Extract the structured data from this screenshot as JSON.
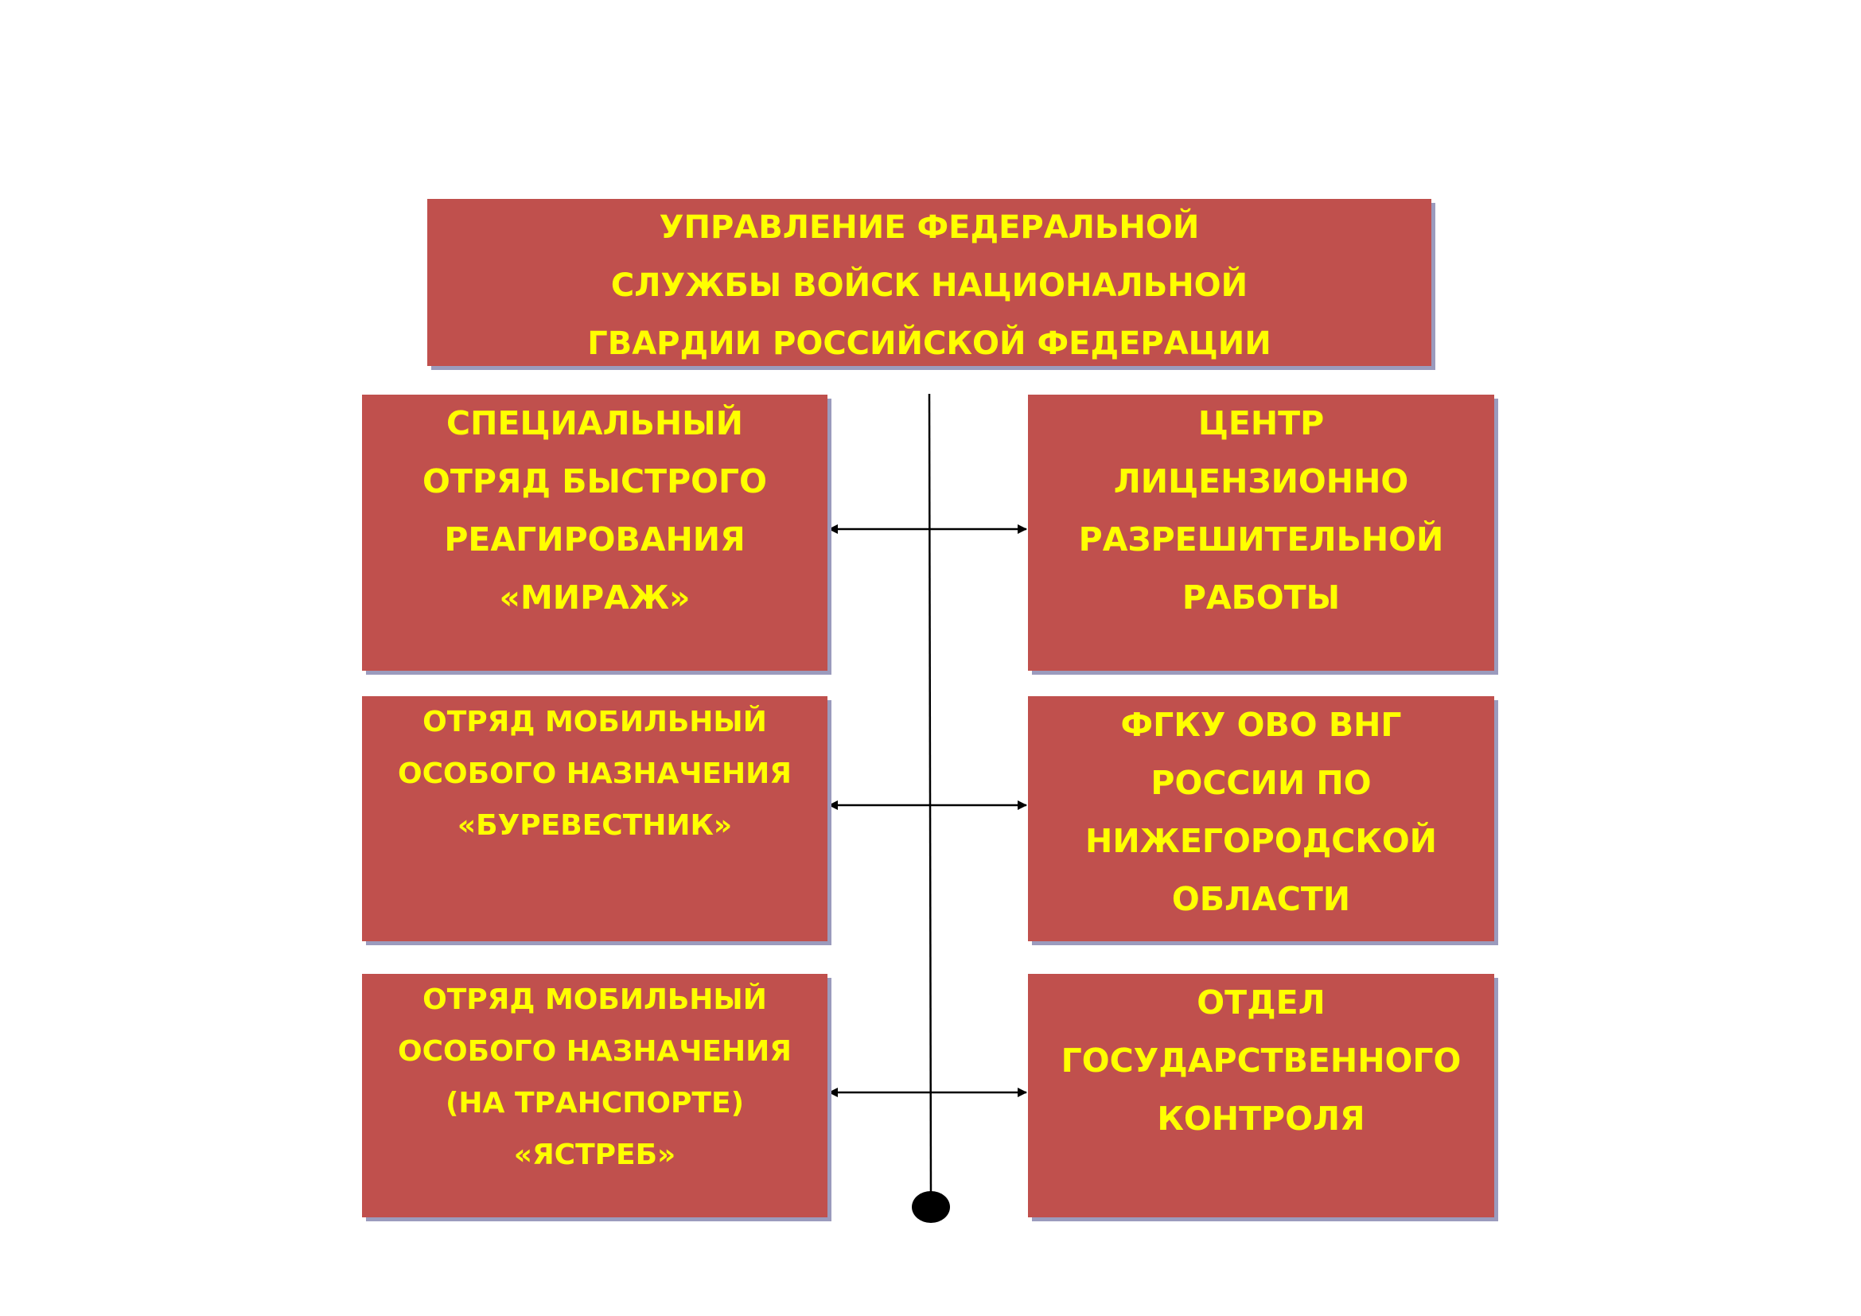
{
  "top": {
    "lines": [
      "УПРАВЛЕНИЕ ФЕДЕРАЛЬНОЙ",
      "СЛУЖБЫ ВОЙСК НАЦИОНАЛЬНОЙ",
      "ГВАРДИИ РОССИЙСКОЙ ФЕДЕРАЦИИ"
    ]
  },
  "left": [
    {
      "lines": [
        "СПЕЦИАЛЬНЫЙ",
        "ОТРЯД БЫСТРОГО",
        "РЕАГИРОВАНИЯ",
        "«МИРАЖ»"
      ]
    },
    {
      "lines": [
        "ОТРЯД МОБИЛЬНЫЙ",
        "ОСОБОГО НАЗНАЧЕНИЯ",
        "«БУРЕВЕСТНИК»"
      ]
    },
    {
      "lines": [
        "ОТРЯД МОБИЛЬНЫЙ",
        "ОСОБОГО НАЗНАЧЕНИЯ",
        "(НА ТРАНСПОРТЕ)",
        "«ЯСТРЕБ»"
      ]
    }
  ],
  "right": [
    {
      "lines": [
        "ЦЕНТР",
        "ЛИЦЕНЗИОННО",
        "РАЗРЕШИТЕЛЬНОЙ",
        "РАБОТЫ"
      ]
    },
    {
      "lines": [
        "ФГКУ ОВО ВНГ",
        "РОССИИ ПО",
        "НИЖЕГОРОДСКОЙ",
        "ОБЛАСТИ"
      ]
    },
    {
      "lines": [
        "ОТДЕЛ",
        "ГОСУДАРСТВЕННОГО",
        "КОНТРОЛЯ"
      ]
    }
  ],
  "colors": {
    "box_fill": "#c0504d",
    "box_text": "#ffff00",
    "box_shadow": "#9b9bbd",
    "line": "#000000"
  }
}
